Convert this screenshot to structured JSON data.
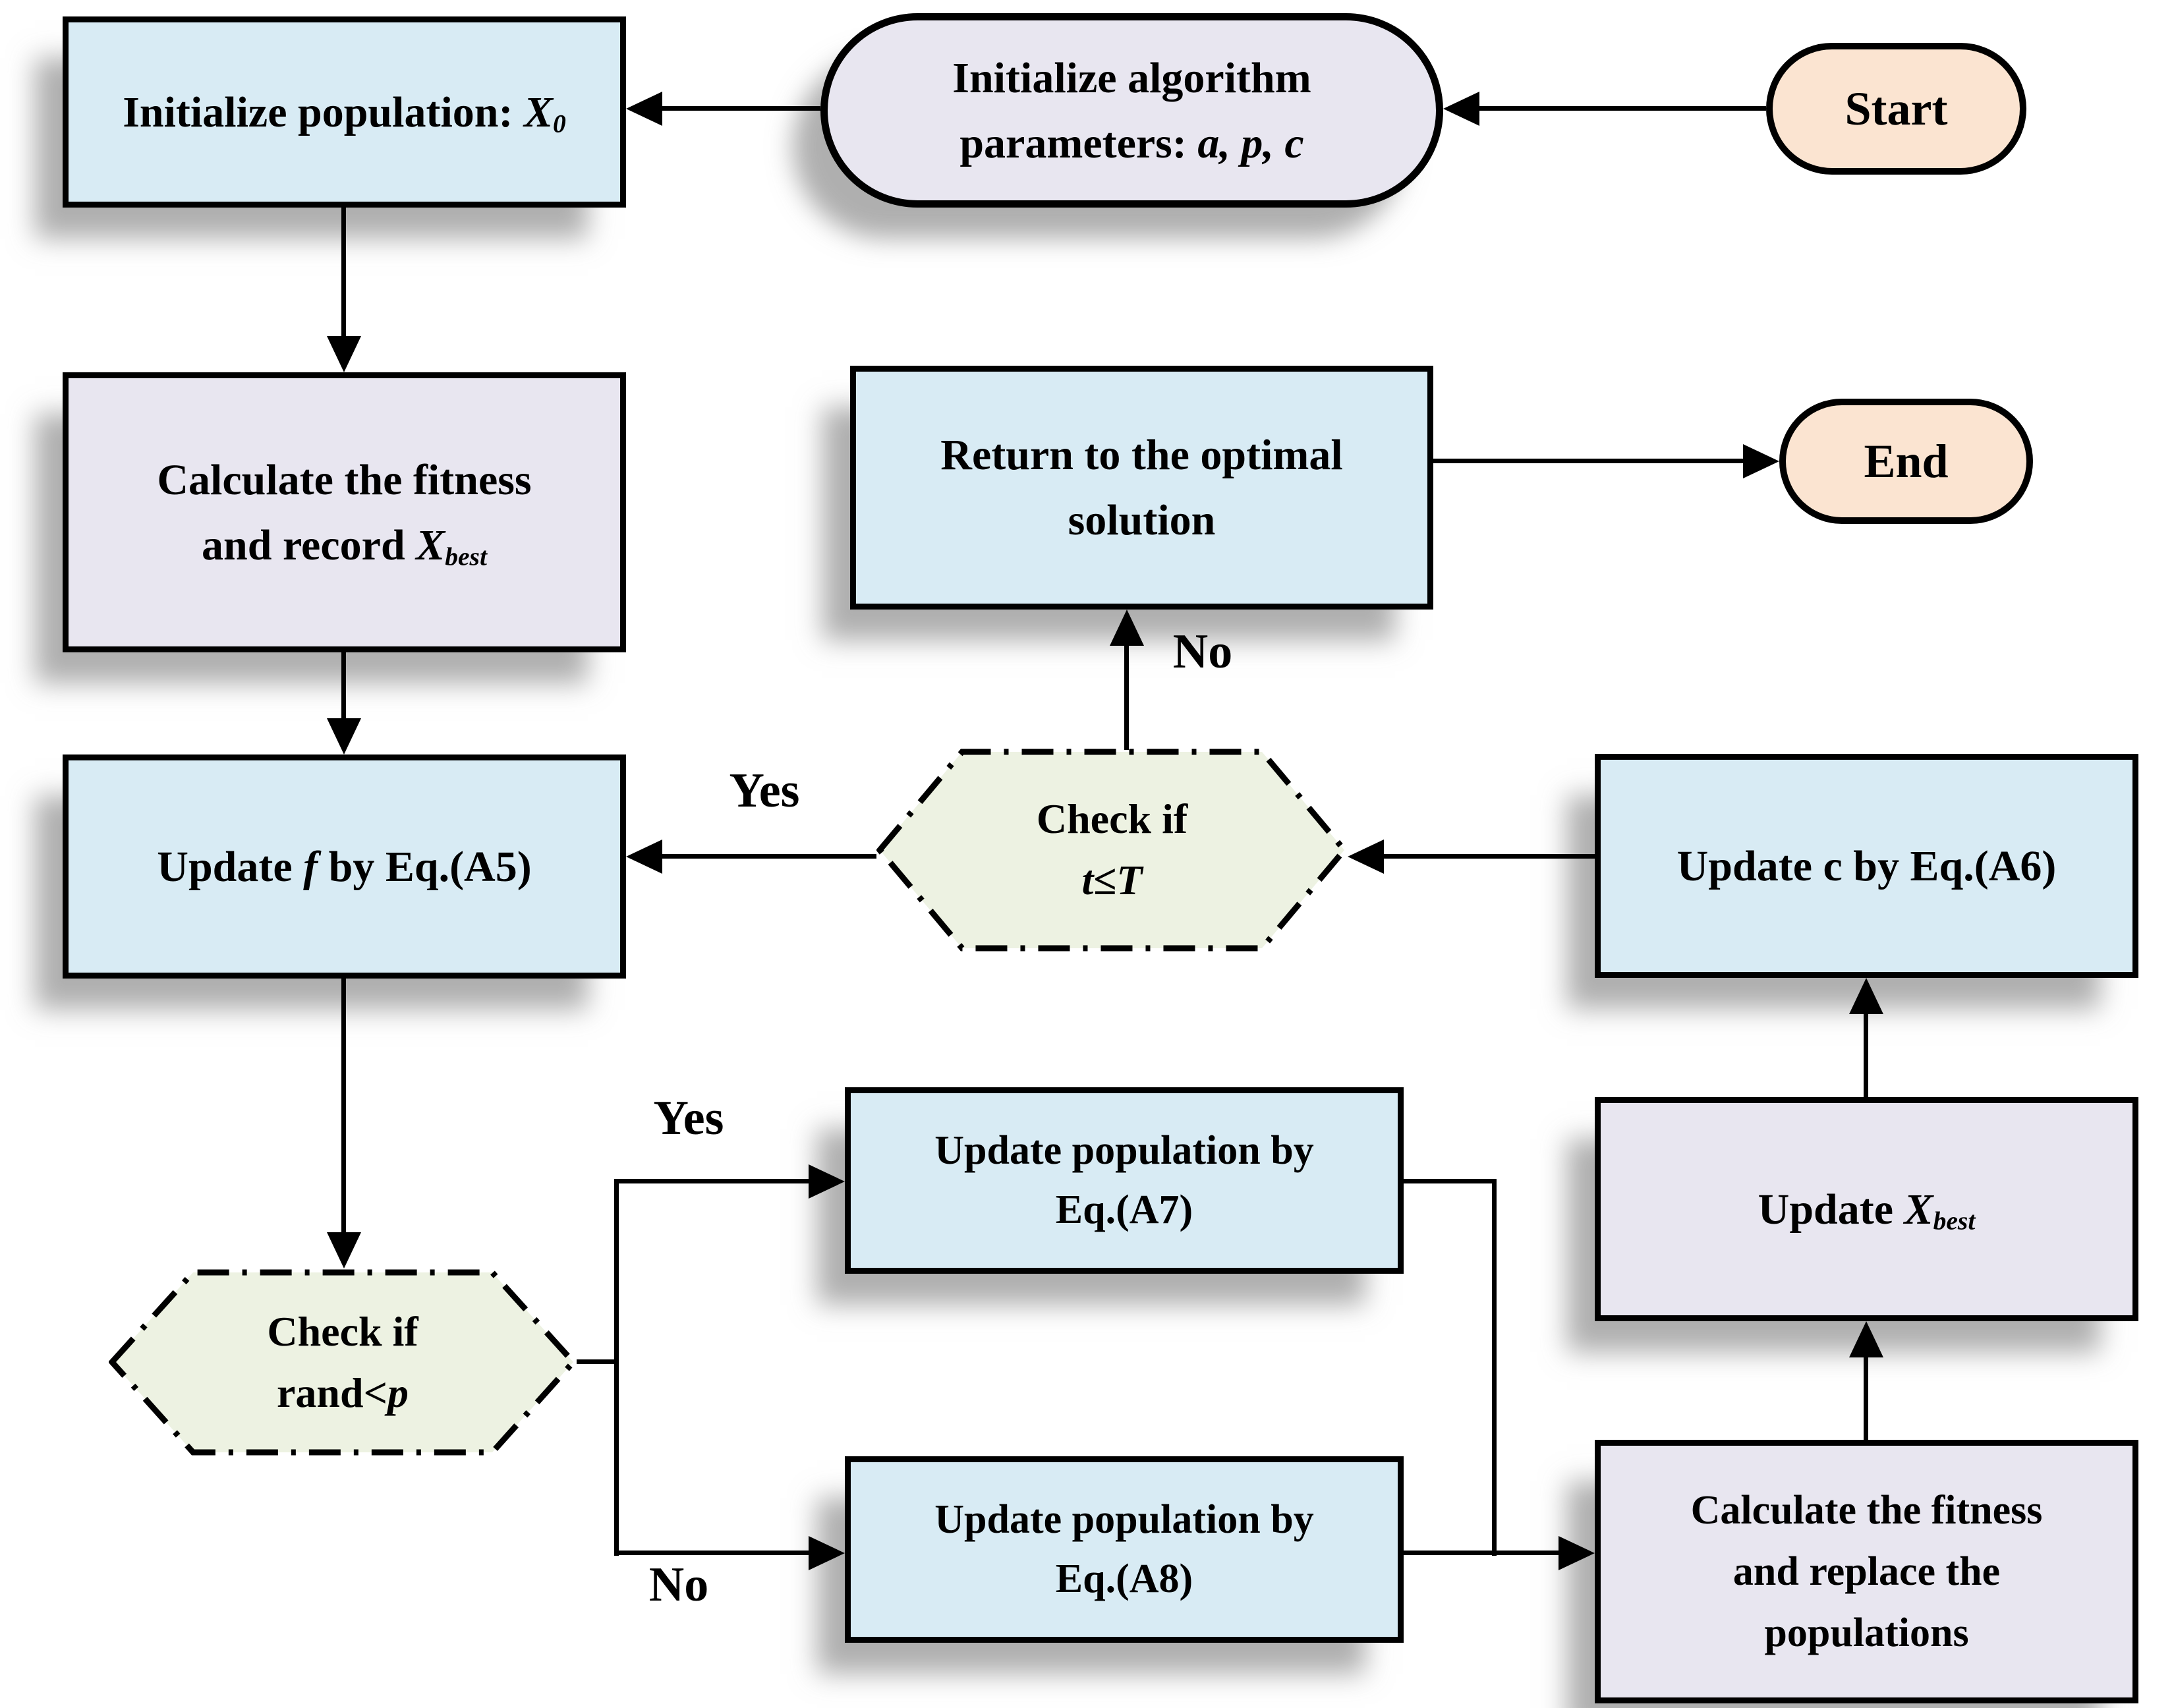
{
  "diagram": {
    "type": "flowchart",
    "colors": {
      "process_blue": "#d8ebf4",
      "process_lavender": "#e8e6f0",
      "terminal_peach": "#fbe4d1",
      "decision_green": "#edf2e2",
      "line_black": "#000000",
      "shadow_gray": "#787878"
    }
  },
  "nodes": {
    "start": {
      "label": "Start"
    },
    "end": {
      "label": "End"
    },
    "init_params": {
      "line1": "Initialize algorithm",
      "line2_prefix": "parameters: ",
      "line2_params": "a, p, c"
    },
    "init_pop": {
      "prefix": "Initialize population: ",
      "var": "X",
      "sub": "0"
    },
    "calc_record": {
      "line1": "Calculate the fitness",
      "line2_prefix": "and record ",
      "var": "X",
      "sub": "best"
    },
    "update_f": {
      "prefix": "Update ",
      "var": "f",
      "suffix": " by Eq.(A5)"
    },
    "check_t": {
      "line1": "Check if",
      "var1": "t",
      "op": "≤",
      "var2": "T"
    },
    "update_c": {
      "label": "Update c by Eq.(A6)"
    },
    "update_pop_a7": {
      "line1": "Update population by",
      "line2": "Eq.(A7)"
    },
    "update_pop_a8": {
      "line1": "Update population by",
      "line2": "Eq.(A8)"
    },
    "check_rand": {
      "line1": "Check if",
      "prefix": "rand<",
      "var": "p"
    },
    "update_xbest": {
      "prefix": "Update ",
      "var": "X",
      "sub": "best"
    },
    "calc_replace": {
      "line1": "Calculate the fitness",
      "line2": "and replace the",
      "line3": "populations"
    },
    "return_opt": {
      "line1": "Return to the optimal",
      "line2": "solution"
    }
  },
  "edges": {
    "t_yes": "Yes",
    "t_no": "No",
    "p_yes": "Yes",
    "p_no": "No"
  }
}
